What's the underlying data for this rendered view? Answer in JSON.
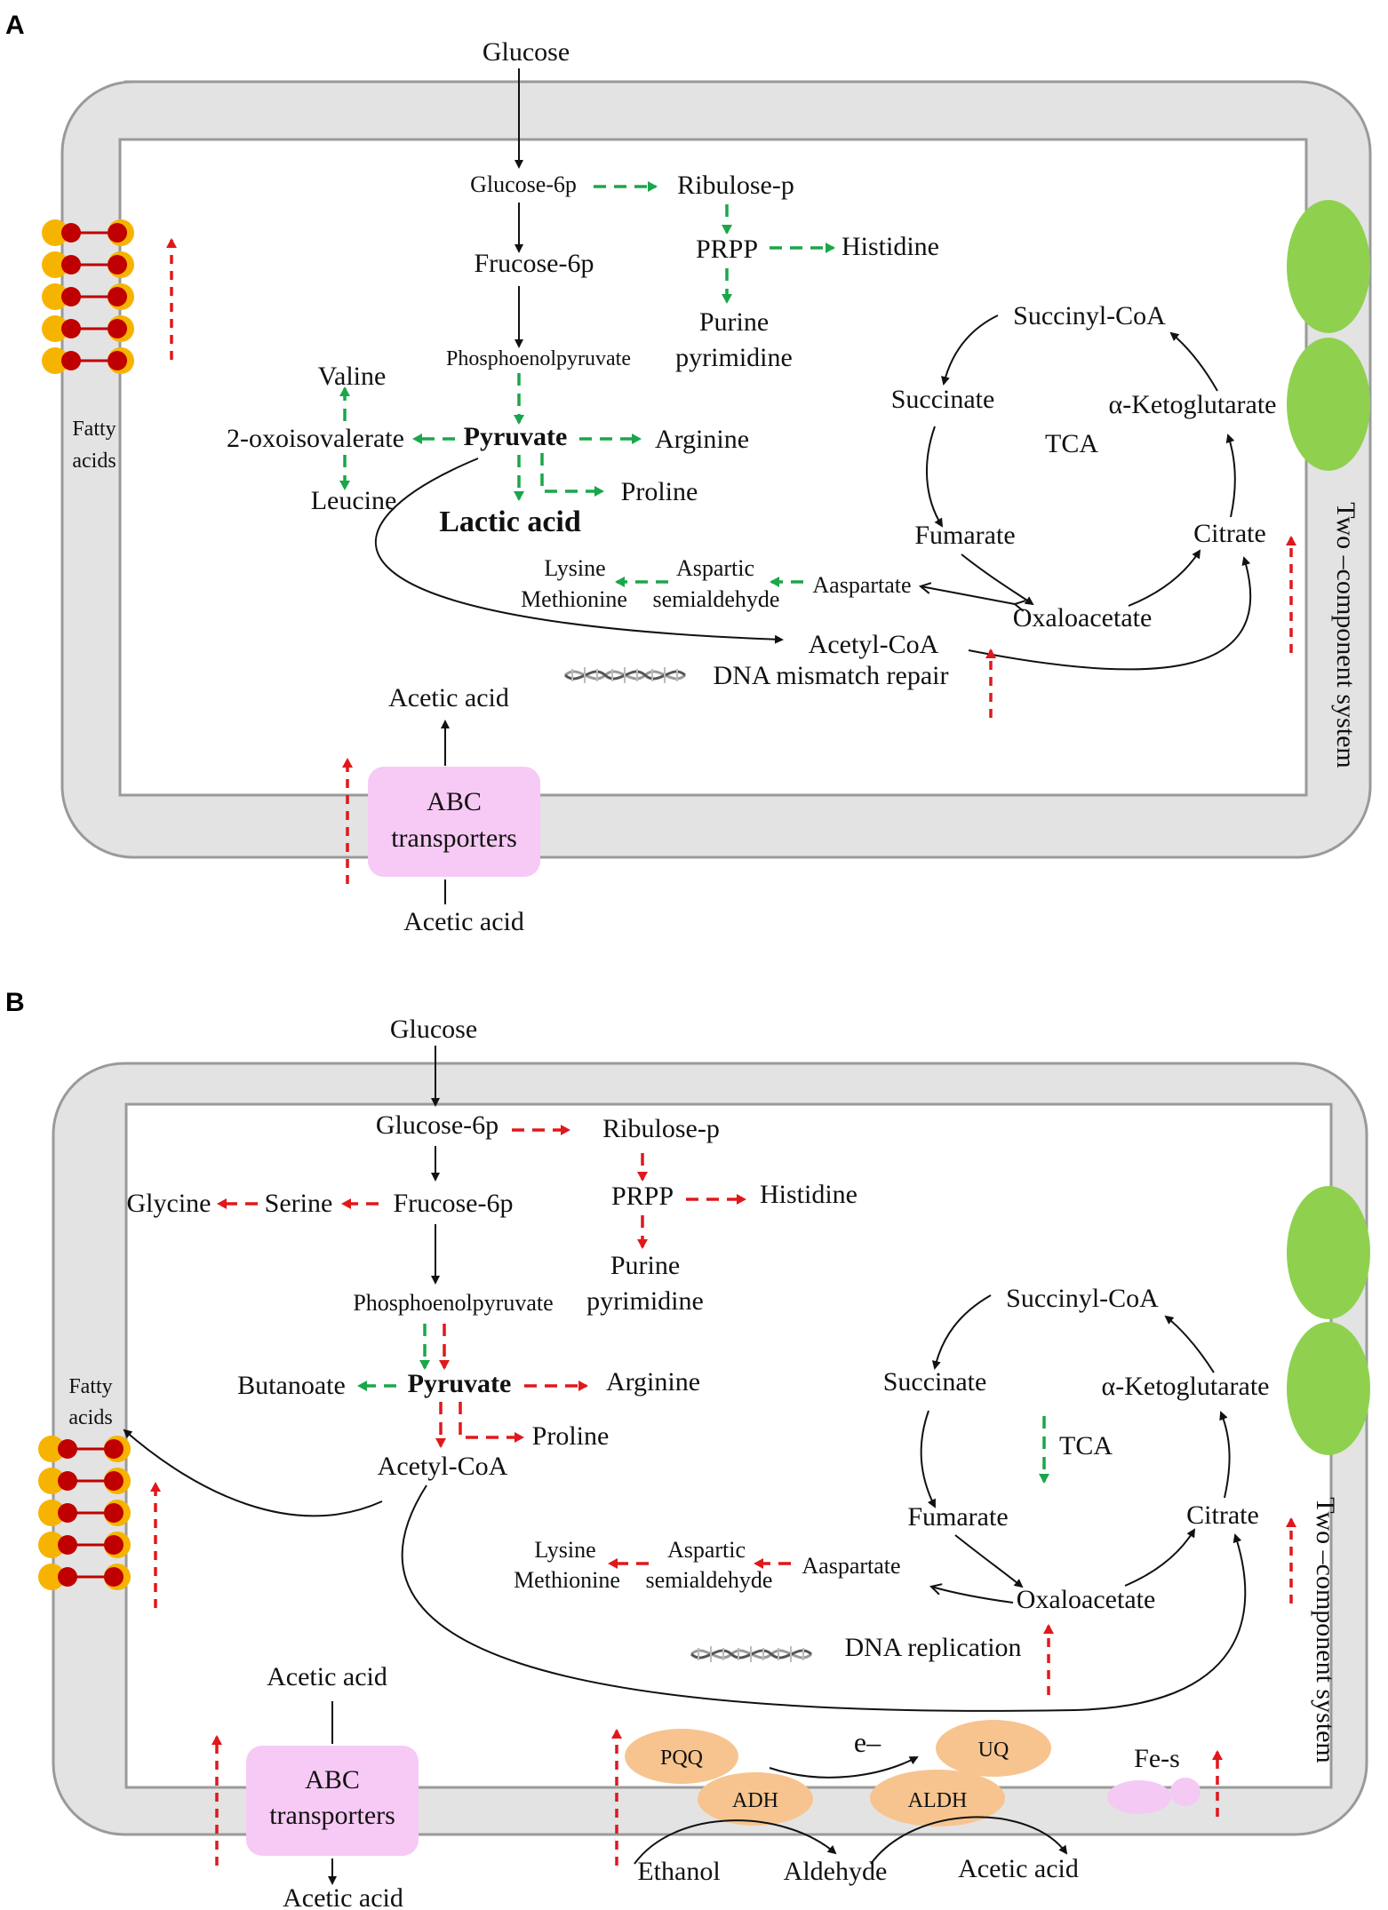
{
  "panel_a": {
    "label": "A",
    "glucose": "Glucose",
    "glucose6p": "Glucose-6p",
    "ribulose": "Ribulose-p",
    "prpp": "PRPP",
    "histidine": "Histidine",
    "frucose6p": "Frucose-6p",
    "purine": "Purine",
    "pyrimidine": "pyrimidine",
    "pep": "Phosphoenolpyruvate",
    "valine": "Valine",
    "oxoisovalerate": "2-oxoisovalerate",
    "pyruvate": "Pyruvate",
    "arginine": "Arginine",
    "leucine": "Leucine",
    "proline": "Proline",
    "lactic": "Lactic acid",
    "fatty1": "Fatty",
    "fatty2": "acids",
    "succinylcoa": "Succinyl-CoA",
    "succinate": "Succinate",
    "ketoglutarate": "α-Ketoglutarate",
    "tca": "TCA",
    "fumarate": "Fumarate",
    "citrate": "Citrate",
    "lysine": "Lysine",
    "methionine": "Methionine",
    "aspartic": "Aspartic",
    "semialdehyde": "semialdehyde",
    "aaspartate": "Aaspartate",
    "oxaloacetate": "Oxaloacetate",
    "acetylcoa": "Acetyl-CoA",
    "dna": "DNA mismatch repair",
    "acetic_in": "Acetic acid",
    "abc1": "ABC",
    "abc2": "transporters",
    "acetic_out": "Acetic acid",
    "twocomp": "Two –component system"
  },
  "panel_b": {
    "label": "B",
    "glucose": "Glucose",
    "glucose6p": "Glucose-6p",
    "ribulose": "Ribulose-p",
    "glycine": "Glycine",
    "serine": "Serine",
    "frucose6p": "Frucose-6p",
    "prpp": "PRPP",
    "histidine": "Histidine",
    "purine": "Purine",
    "pyrimidine": "pyrimidine",
    "pep": "Phosphoenolpyruvate",
    "butanoate": "Butanoate",
    "pyruvate": "Pyruvate",
    "arginine": "Arginine",
    "proline": "Proline",
    "acetylcoa": "Acetyl-CoA",
    "fatty1": "Fatty",
    "fatty2": "acids",
    "succinylcoa": "Succinyl-CoA",
    "succinate": "Succinate",
    "ketoglutarate": "α-Ketoglutarate",
    "tca": "TCA",
    "fumarate": "Fumarate",
    "citrate": "Citrate",
    "lysine": "Lysine",
    "methionine": "Methionine",
    "aspartic": "Aspartic",
    "semialdehyde": "semialdehyde",
    "aaspartate": "Aaspartate",
    "oxaloacetate": "Oxaloacetate",
    "dna": "DNA replication",
    "acetic_in": "Acetic acid",
    "abc1": "ABC",
    "abc2": "transporters",
    "acetic_out": "Acetic acid",
    "pqq": "PQQ",
    "adh": "ADH",
    "electron": "e–",
    "uq": "UQ",
    "aldh": "ALDH",
    "fes": "Fe-s",
    "ethanol": "Ethanol",
    "aldehyde": "Aldehyde",
    "acetic_prod": "Acetic acid",
    "twocomp": "Two –component system"
  },
  "colors": {
    "membrane": "#e3e3e3",
    "membrane_stroke": "#9a9a9a",
    "downregulated": "#1aa64a",
    "upregulated": "#e0181b",
    "abc_fill": "#f7c9f5",
    "enzyme_fill": "#f7c48f",
    "receptor_fill": "#8fd14f",
    "lipid_head": "#f6b400",
    "lipid_link": "#c00000"
  }
}
